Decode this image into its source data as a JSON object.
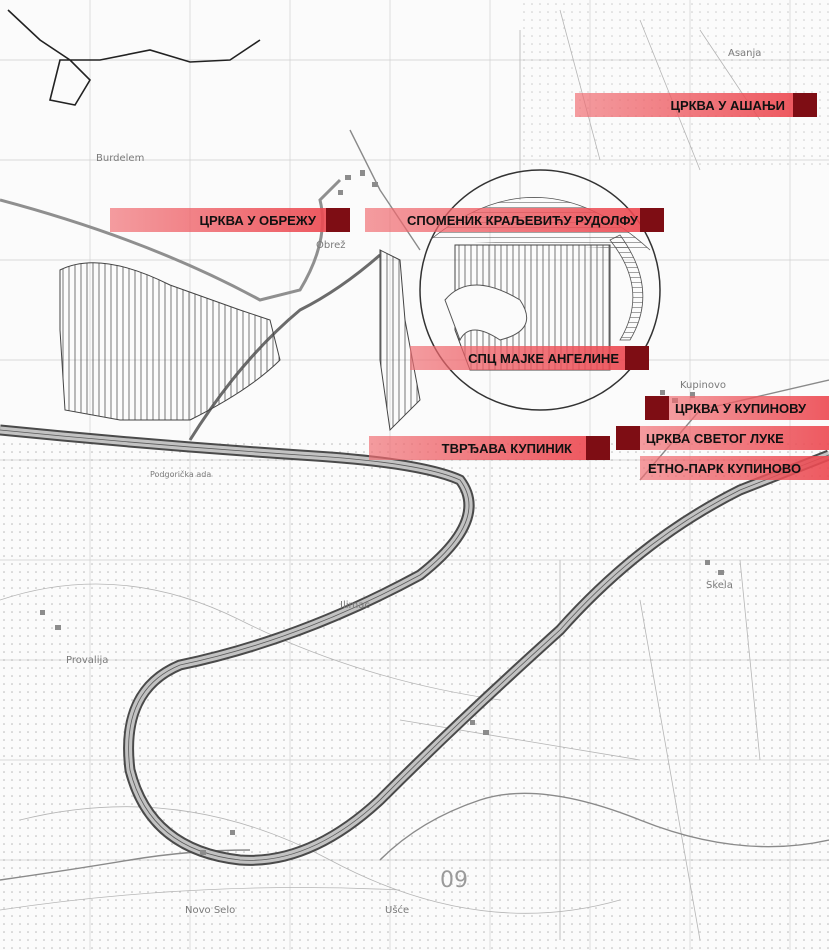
{
  "map": {
    "colors": {
      "background": "#ffffff",
      "grid": "#c6c6c6",
      "river_fill": "#b9b9b9",
      "river_edge": "#4a4a4a",
      "hatching": "#555555",
      "marker_bar": "#ee5a62",
      "marker_square": "#7e0d14",
      "label_text": "#111111"
    },
    "place_names": [
      "Asanja",
      "Kupinovo",
      "Skela",
      "Obrež",
      "Burdelem",
      "Ušće",
      "Novo Selo",
      "Podgorička ada",
      "Ilimac",
      "Provalija"
    ],
    "map_number": "09",
    "markers": [
      {
        "id": "crkva-asanja",
        "label": "ЦРКВА У АШАЊИ",
        "square_side": "right"
      },
      {
        "id": "crkva-obrez",
        "label": "ЦРКВА У ОБРЕЖУ",
        "square_side": "right"
      },
      {
        "id": "spomenik",
        "label": "СПОМЕНИК КРАЉЕВИЋУ РУДОЛФУ",
        "square_side": "right"
      },
      {
        "id": "spc-majke",
        "label": "СПЦ МАЈКЕ АНГЕЛИНЕ",
        "square_side": "right"
      },
      {
        "id": "crkva-kupinovo",
        "label": "ЦРКВА У КУПИНОВУ",
        "square_side": "left"
      },
      {
        "id": "tvrdjava",
        "label": "ТВРЂАВА КУПИНИК",
        "square_side": "right"
      },
      {
        "id": "crkva-luke",
        "label": "ЦРКВА СВЕТОГ ЛУКЕ",
        "square_side": "left"
      },
      {
        "id": "etno-park",
        "label": "ЕТНО-ПАРК КУПИНОВО",
        "square_side": "none"
      }
    ]
  }
}
